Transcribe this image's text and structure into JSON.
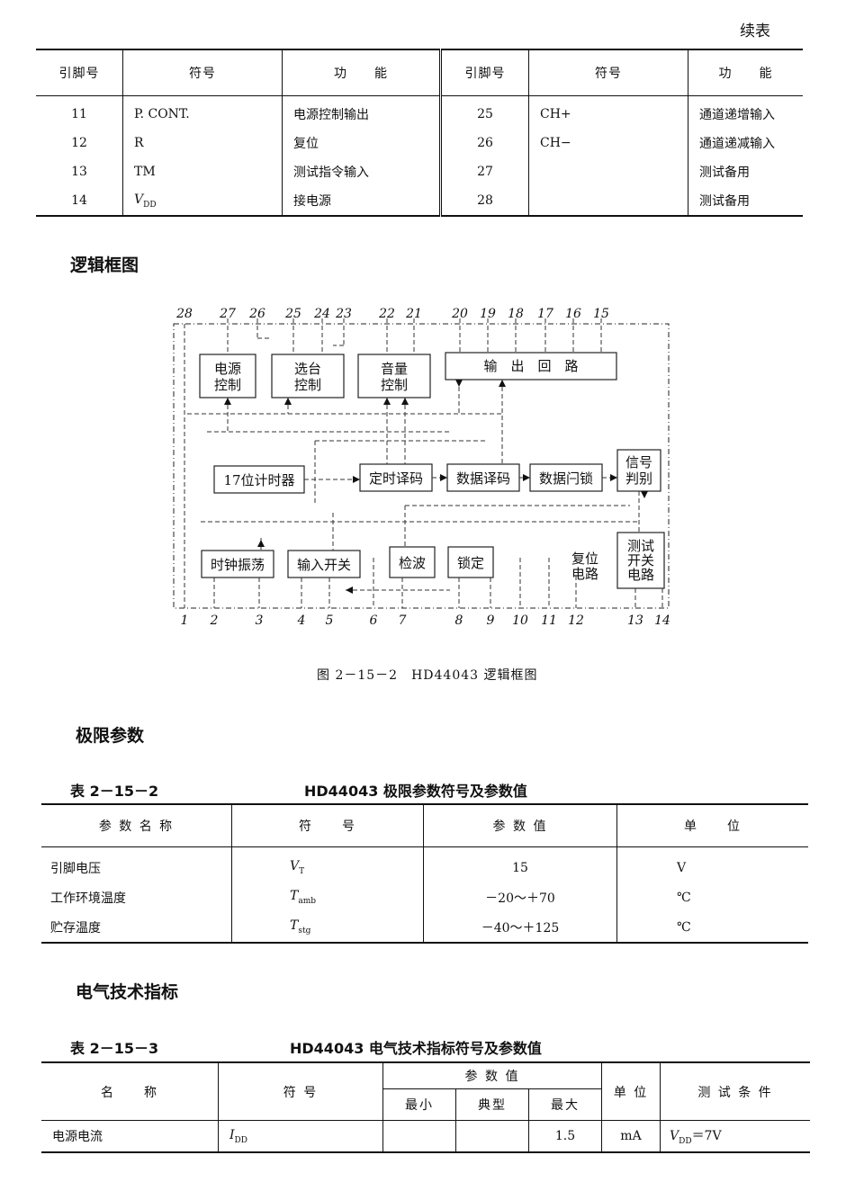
{
  "continued": "续表",
  "pin_table": {
    "headers": [
      "引脚号",
      "符号",
      "功　　能",
      "引脚号",
      "符号",
      "功　　能"
    ],
    "rows": [
      {
        "no1": "11",
        "sym1": "P. CONT.",
        "fn1": "电源控制输出",
        "no2": "25",
        "sym2": "CH+",
        "fn2": "通道递增输入"
      },
      {
        "no1": "12",
        "sym1": "R",
        "fn1": "复位",
        "no2": "26",
        "sym2": "CH−",
        "fn2": "通道递减输入"
      },
      {
        "no1": "13",
        "sym1": "TM",
        "fn1": "测试指令输入",
        "no2": "27",
        "sym2": "",
        "fn2": "测试备用"
      },
      {
        "no1": "14",
        "sym1_main": "V",
        "sym1_sub": "DD",
        "fn1": "接电源",
        "no2": "28",
        "sym2": "",
        "fn2": "测试备用"
      }
    ]
  },
  "logic_heading": "逻辑框图",
  "diagram": {
    "top_pins": [
      "28",
      "27",
      "26",
      "25",
      "24",
      "23",
      "22",
      "21",
      "20",
      "19",
      "18",
      "17",
      "16",
      "15"
    ],
    "bottom_pins": [
      "1",
      "2",
      "3",
      "4",
      "5",
      "6",
      "7",
      "8",
      "9",
      "10",
      "11",
      "12",
      "13",
      "14"
    ],
    "blocks": {
      "power_ctrl": [
        "电源",
        "控制"
      ],
      "tuning_ctrl": [
        "选台",
        "控制"
      ],
      "volume_ctrl": [
        "音量",
        "控制"
      ],
      "output": "输　出　回　路",
      "timer17": "17位计时器",
      "timing_decode": "定时译码",
      "data_decode": "数据译码",
      "data_latch": "数据闩锁",
      "signal_judge": [
        "信号",
        "判别"
      ],
      "clock_osc": "时钟振荡",
      "input_switch": "输入开关",
      "detect": "检波",
      "lock": "锁定",
      "reset": [
        "复位",
        "电路"
      ],
      "test_switch": [
        "测试",
        "开关",
        "电路"
      ]
    },
    "caption": "图 2－15－2　HD44043 逻辑框图"
  },
  "limit_heading": "极限参数",
  "limit_table": {
    "number": "表 2－15－2",
    "title": "HD44043 极限参数符号及参数值",
    "headers": [
      "参 数 名 称",
      "符　　号",
      "参 数 值",
      "单　　位"
    ],
    "rows": [
      {
        "name": "引脚电压",
        "sym": "V",
        "sub": "T",
        "value": "15",
        "unit": "V"
      },
      {
        "name": "工作环境温度",
        "sym": "T",
        "sub": "amb",
        "value": "－20～＋70",
        "unit": "℃"
      },
      {
        "name": "贮存温度",
        "sym": "T",
        "sub": "stg",
        "value": "－40～＋125",
        "unit": "℃"
      }
    ]
  },
  "elec_heading": "电气技术指标",
  "elec_table": {
    "number": "表 2－15－3",
    "title": "HD44043 电气技术指标符号及参数值",
    "headers": {
      "name": "名　　称",
      "sym": "符 号",
      "values": "参 数 值",
      "min": "最小",
      "typ": "典型",
      "max": "最大",
      "unit": "单 位",
      "cond": "测 试 条 件"
    },
    "rows": [
      {
        "name": "电源电流",
        "sym": "I",
        "sub": "DD",
        "min": "",
        "typ": "",
        "max": "1.5",
        "unit": "mA",
        "cond_main": "V",
        "cond_sub": "DD",
        "cond_rest": "＝7V"
      }
    ]
  }
}
